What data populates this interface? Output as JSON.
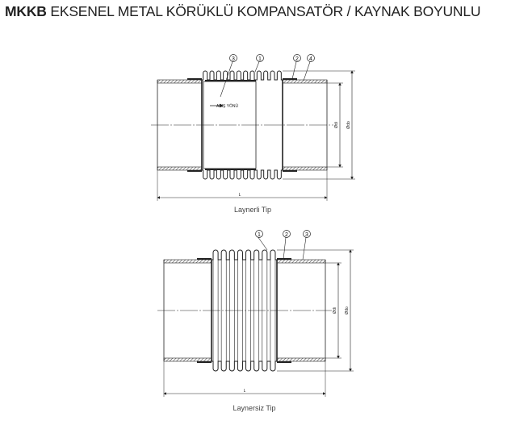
{
  "title": {
    "code": "MKKB",
    "text": "EKSENEL METAL KÖRÜKLÜ KOMPANSATÖR / KAYNAK BOYUNLU"
  },
  "drawings": [
    {
      "caption": "Laynerli Tip",
      "flow_label": "AKIŞ YÖNÜ",
      "dim_length": "L",
      "dim_inner": "Ødi",
      "dim_outer": "Ødo",
      "balloons": [
        "3",
        "1",
        "2",
        "4"
      ]
    },
    {
      "caption": "Laynersiz Tip",
      "dim_length": "L",
      "dim_inner": "Ødi",
      "dim_outer": "Ødo",
      "balloons": [
        "1",
        "2",
        "3"
      ]
    }
  ]
}
